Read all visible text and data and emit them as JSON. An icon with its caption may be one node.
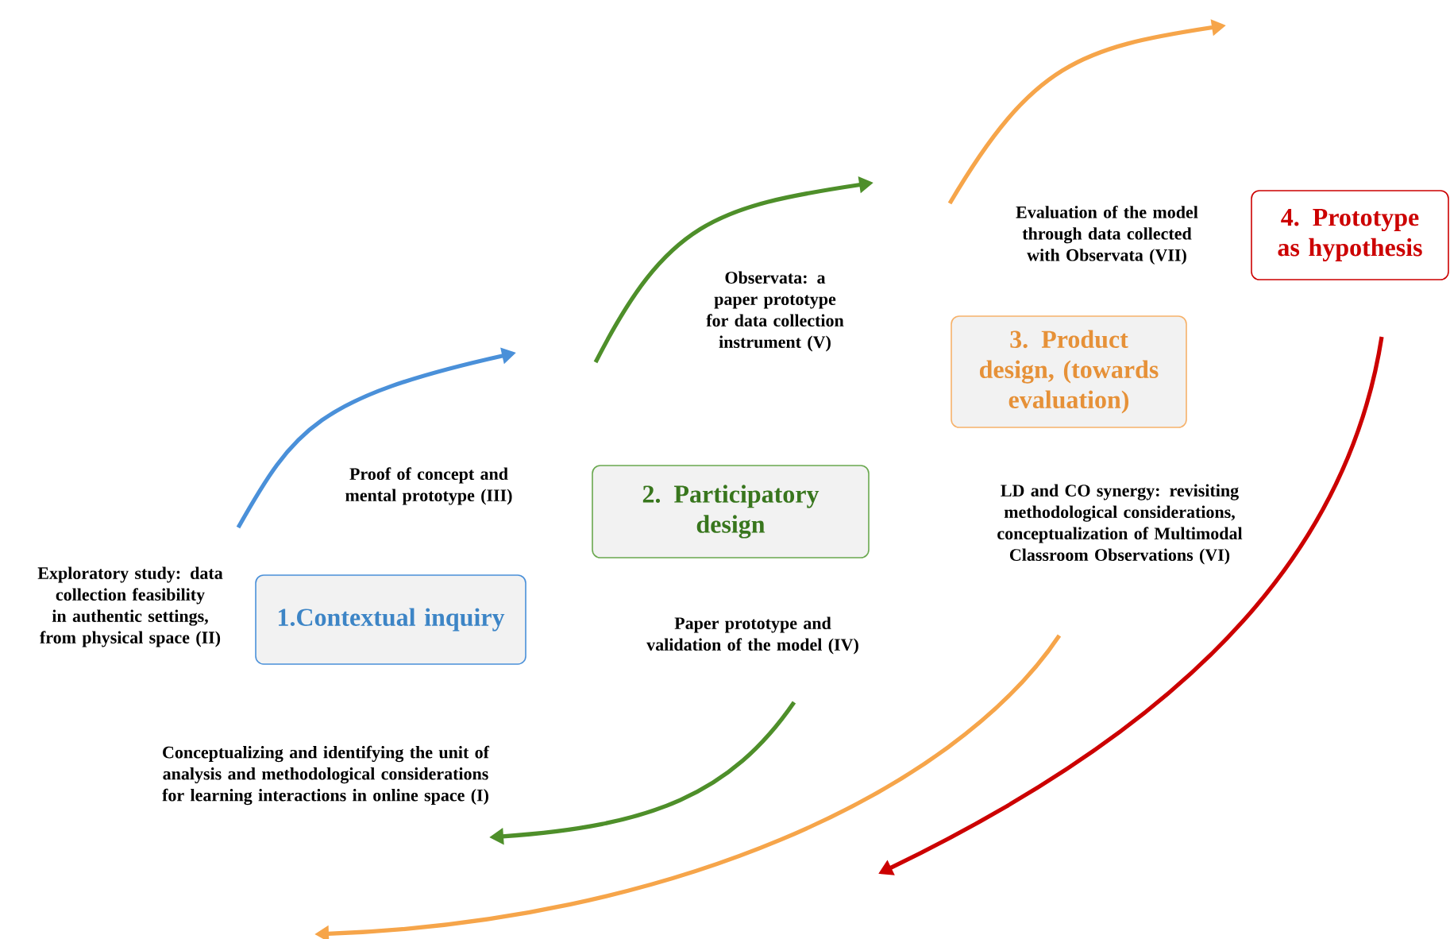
{
  "diagram": {
    "nodes": [
      {
        "text": [
          "1.Contextual inquiry"
        ]
      },
      {
        "text": [
          "2. Participatory design"
        ]
      },
      {
        "text": [
          "3. Product design, (towards evaluation)"
        ]
      },
      {
        "text": [
          "4. Prototype as hypothesis"
        ]
      }
    ],
    "labels": [
      "Evaluation of the model through data collected with Observata (VII)",
      "Observata: a paper prototype for data collection instrument (V)",
      "Proof of concept and mental prototype  (III)",
      "LD and CO synergy: revisiting methodological considerations, conceptualization of Multimodal Classroom Observations (VI)",
      "Exploratory study: data collection feasibility in authentic settings, from physical space (II)",
      "Paper prototype and validation of the model (IV)",
      "Conceptualizing and identifying the unit of analysis and methodological considerations for learning interactions in online space (I)"
    ]
  }
}
